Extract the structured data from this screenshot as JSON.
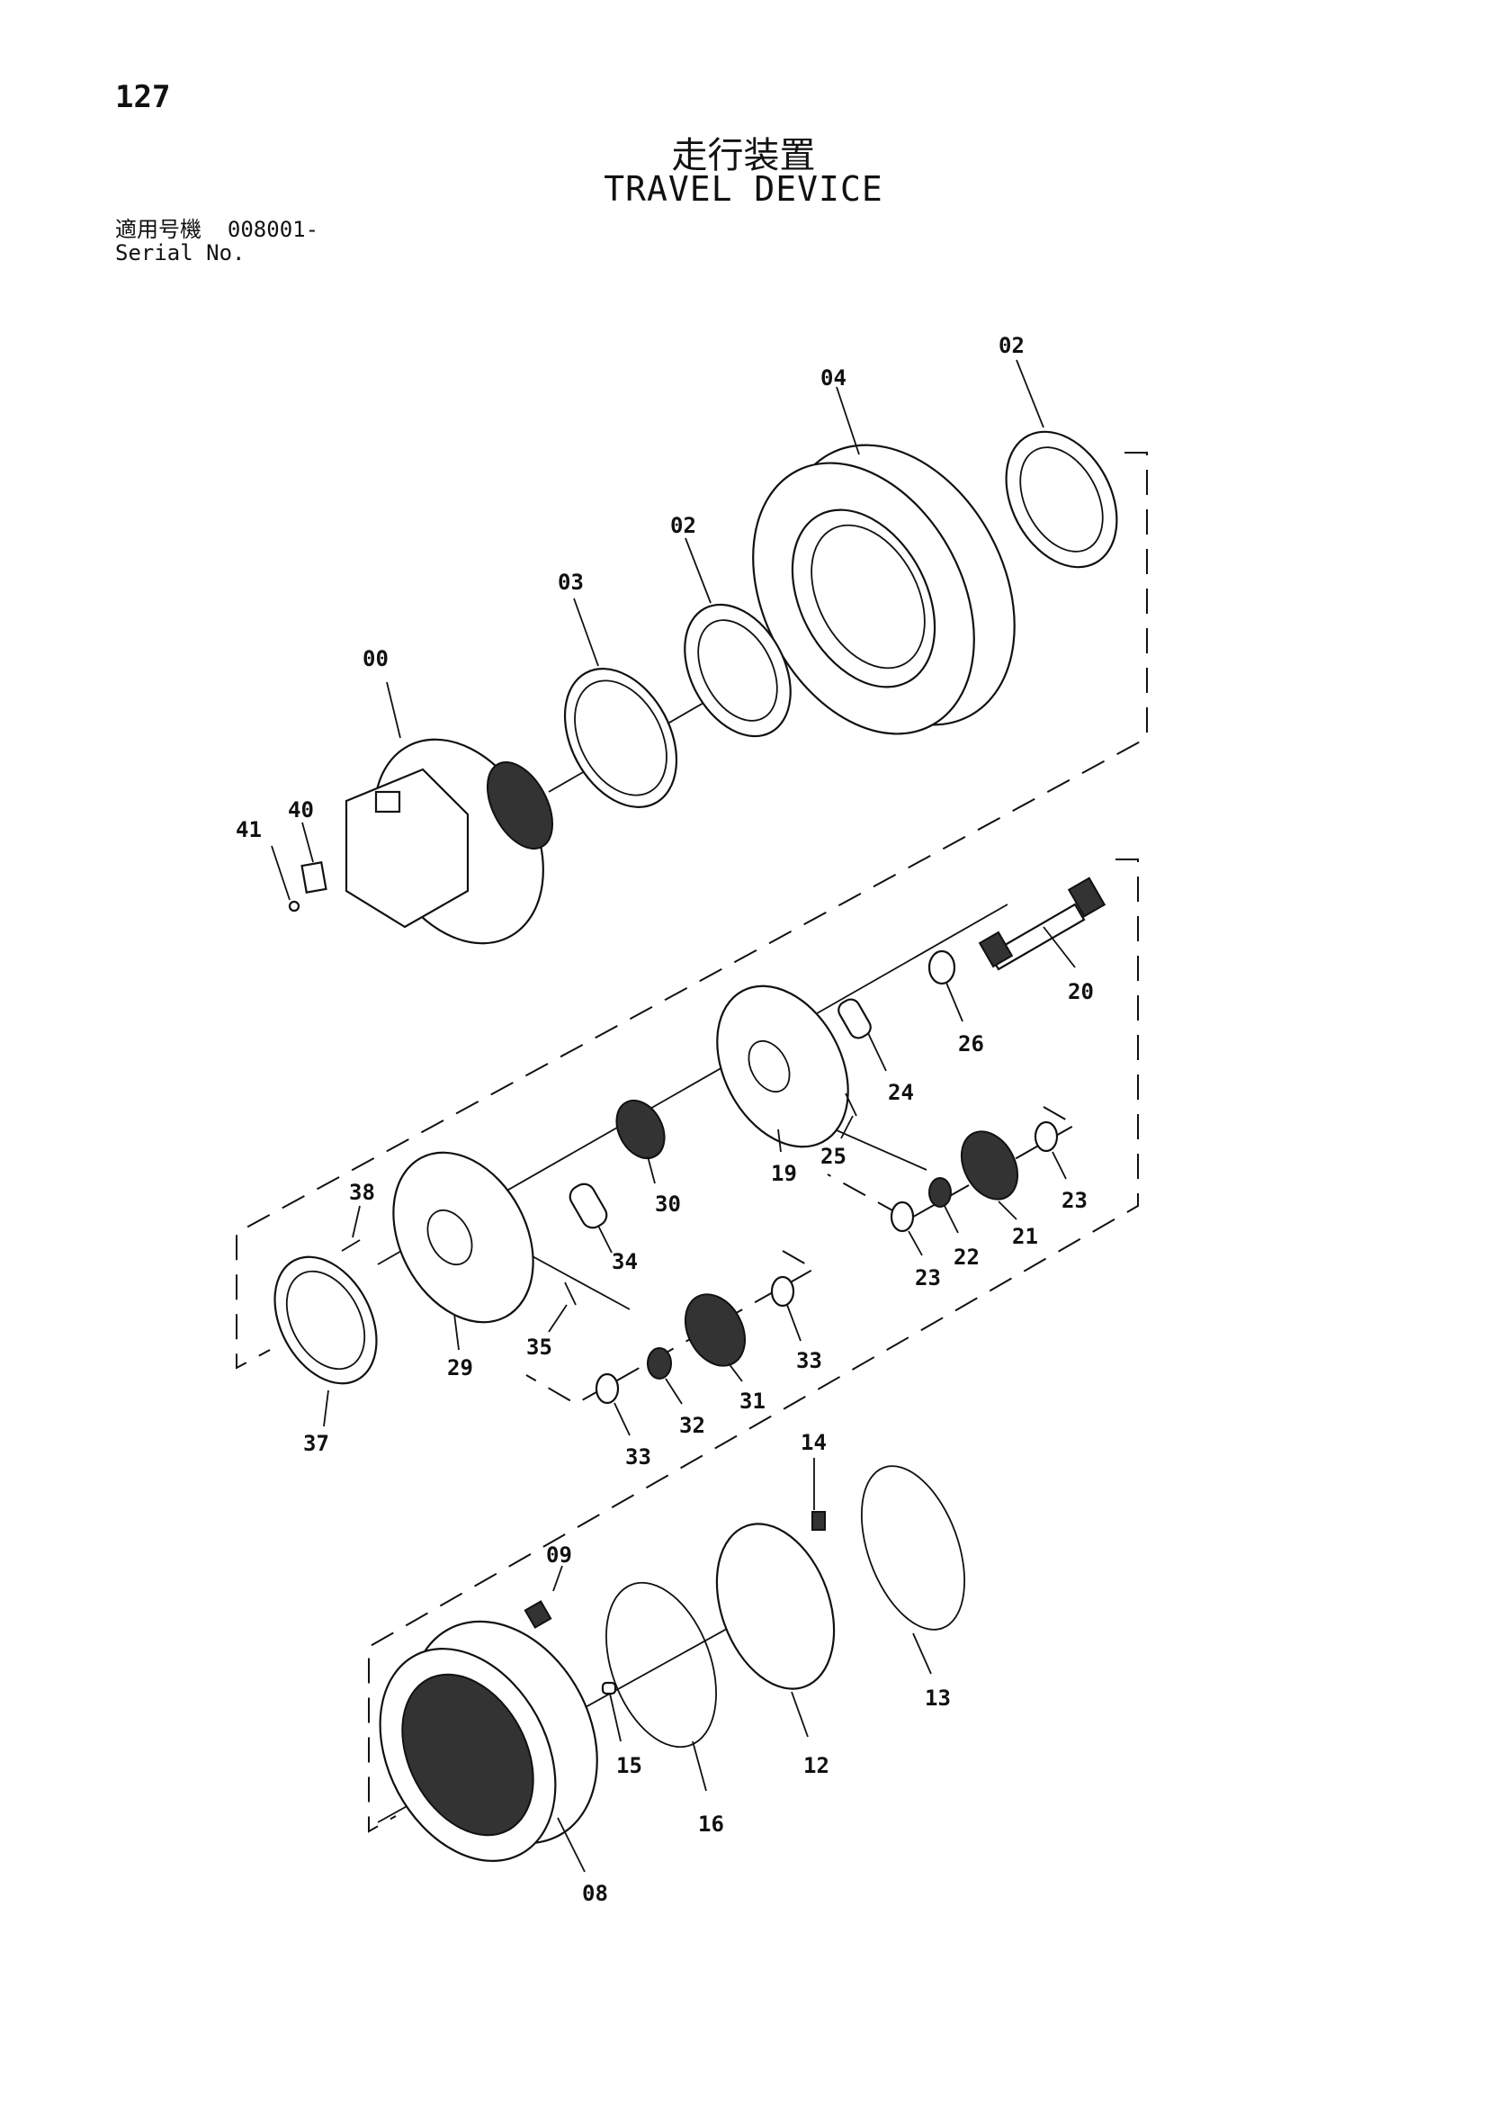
{
  "header": {
    "page_number": "127",
    "title_jp": "走行装置",
    "title_en": "TRAVEL DEVICE",
    "serial_jp": "適用号機",
    "serial_value": "008001-",
    "serial_en": "Serial No."
  },
  "callouts": [
    {
      "id": "c00",
      "text": "00"
    },
    {
      "id": "c02a",
      "text": "02"
    },
    {
      "id": "c02b",
      "text": "02"
    },
    {
      "id": "c03",
      "text": "03"
    },
    {
      "id": "c04",
      "text": "04"
    },
    {
      "id": "c08",
      "text": "08"
    },
    {
      "id": "c09",
      "text": "09"
    },
    {
      "id": "c12",
      "text": "12"
    },
    {
      "id": "c13",
      "text": "13"
    },
    {
      "id": "c14",
      "text": "14"
    },
    {
      "id": "c15",
      "text": "15"
    },
    {
      "id": "c16",
      "text": "16"
    },
    {
      "id": "c19",
      "text": "19"
    },
    {
      "id": "c20",
      "text": "20"
    },
    {
      "id": "c21",
      "text": "21"
    },
    {
      "id": "c22",
      "text": "22"
    },
    {
      "id": "c23a",
      "text": "23"
    },
    {
      "id": "c23b",
      "text": "23"
    },
    {
      "id": "c24",
      "text": "24"
    },
    {
      "id": "c25",
      "text": "25"
    },
    {
      "id": "c26",
      "text": "26"
    },
    {
      "id": "c29",
      "text": "29"
    },
    {
      "id": "c30",
      "text": "30"
    },
    {
      "id": "c31",
      "text": "31"
    },
    {
      "id": "c32",
      "text": "32"
    },
    {
      "id": "c33a",
      "text": "33"
    },
    {
      "id": "c33b",
      "text": "33"
    },
    {
      "id": "c34",
      "text": "34"
    },
    {
      "id": "c35",
      "text": "35"
    },
    {
      "id": "c37",
      "text": "37"
    },
    {
      "id": "c38",
      "text": "38"
    },
    {
      "id": "c40",
      "text": "40"
    },
    {
      "id": "c41",
      "text": "41"
    }
  ]
}
